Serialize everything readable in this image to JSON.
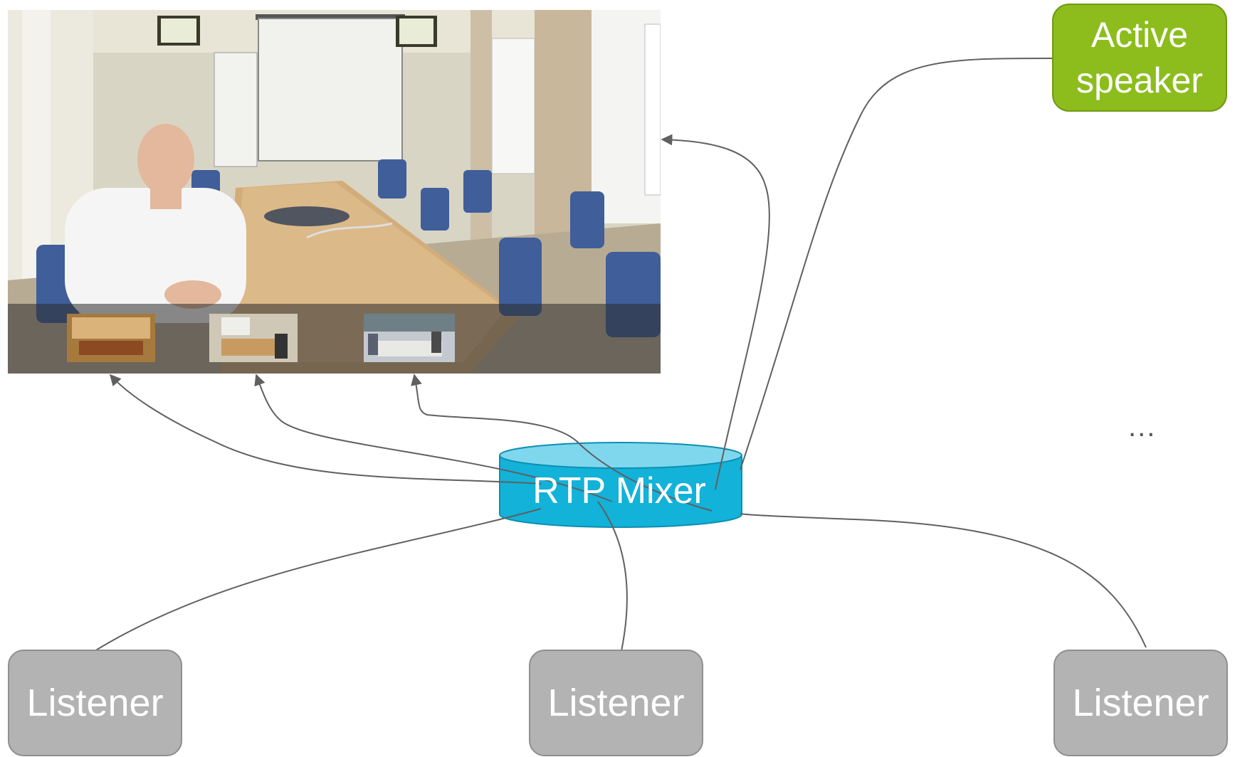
{
  "nodes": {
    "active_speaker": "Active speaker",
    "mixer": "RTP Mixer",
    "listener_left": "Listener",
    "listener_center": "Listener",
    "listener_right": "Listener",
    "ellipsis": "..."
  },
  "video": {
    "main_view": "conference-room-photo",
    "thumbnails": [
      "conference-room-thumbnail",
      "conference-room-thumbnail",
      "conference-room-thumbnail"
    ]
  },
  "colors": {
    "speaker": "#8cbd1d",
    "listener": "#b3b3b3",
    "mixer": "#12b2d9",
    "mixer_top": "#7fd7ee",
    "connector": "#606060"
  }
}
